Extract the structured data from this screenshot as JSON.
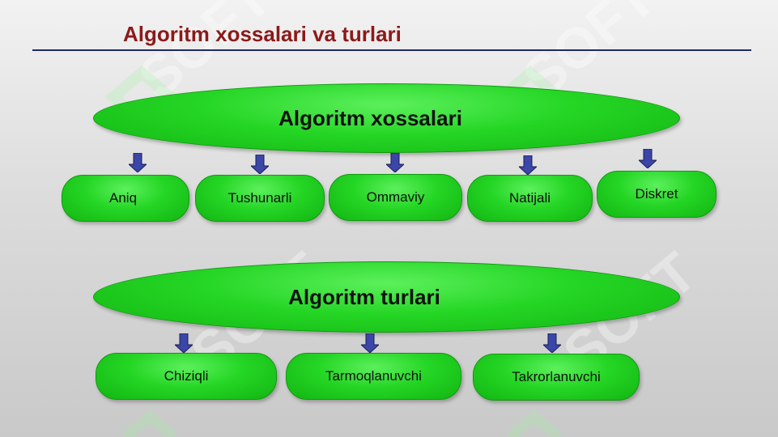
{
  "slide_title": "Algoritm xossalari va turlari",
  "properties": {
    "heading": "Algoritm xossalari",
    "items": [
      "Aniq",
      "Tushunarli",
      "Ommaviy",
      "Natijali",
      "Diskret"
    ]
  },
  "types": {
    "heading": "Algoritm turlari",
    "items": [
      "Chiziqli",
      "Tarmoqlanuvchi",
      "Takrorlanuvchi"
    ]
  },
  "watermark": {
    "text": "SOFT"
  },
  "colors": {
    "title": "#8b1a1a",
    "rule": "#1f2a66",
    "shape_fill": "#25d625",
    "arrow_fill": "#3b46a8"
  }
}
